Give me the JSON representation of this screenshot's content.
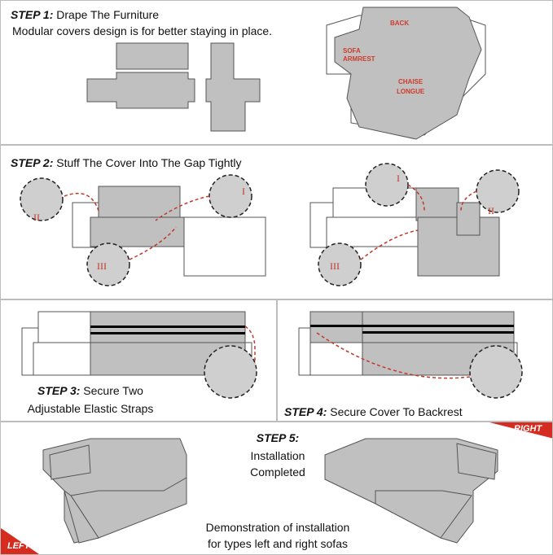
{
  "step1": {
    "step": "STEP 1:",
    "title": "Drape The Furniture",
    "subtitle": "Modular covers design is for better staying in place.",
    "labels": {
      "back": "BACK",
      "sofa_armrest_1": "SOFA",
      "sofa_armrest_2": "ARMREST",
      "chaise_1": "CHAISE",
      "chaise_2": "LONGUE"
    }
  },
  "step2": {
    "step": "STEP 2:",
    "title": "Stuff The Cover Into The Gap Tightly",
    "roman": [
      "I",
      "II",
      "III"
    ]
  },
  "step3": {
    "step": "STEP 3:",
    "title_line1": "Secure Two",
    "title_line2": "Adjustable Elastic Straps"
  },
  "step4": {
    "step": "STEP 4:",
    "title": "Secure Cover To Backrest"
  },
  "step5": {
    "step": "STEP 5:",
    "line1": "Installation",
    "line2": "Completed",
    "demo_line1": "Demonstration of installation",
    "demo_line2": "for types left and right sofas",
    "left_tag": "LEFT",
    "right_tag": "RIGHT"
  },
  "colors": {
    "accent": "#d62b1f",
    "cover": "#c0c0c0",
    "outline": "#555555"
  }
}
